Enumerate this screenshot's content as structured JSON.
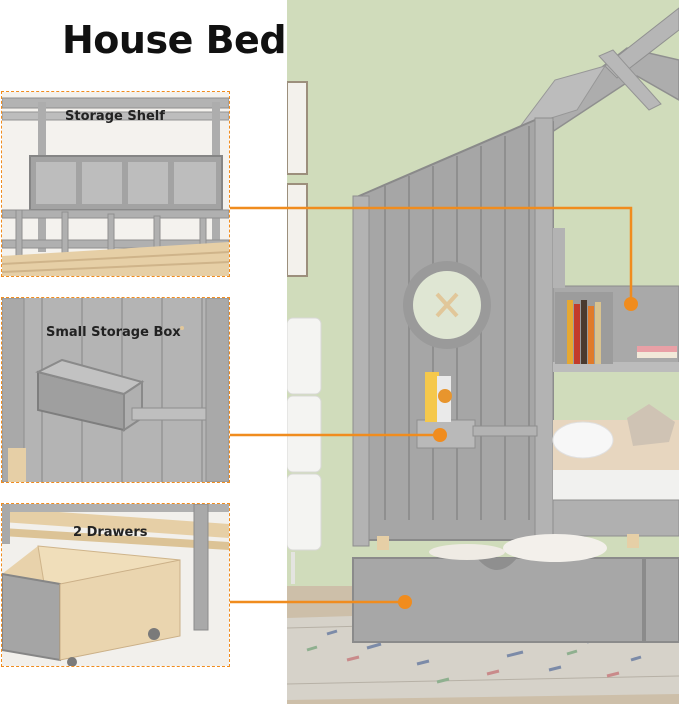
{
  "title": "House Bed with Storage",
  "features": [
    {
      "label": "Storage Shelf"
    },
    {
      "label": "Small Storage Box"
    },
    {
      "label": "2 Drawers"
    }
  ],
  "colors": {
    "accent": "#f08c1e",
    "bed_gray": "#a3a3a3",
    "wall_green": "#d4dfc0",
    "wood": "#e6cfa6"
  }
}
